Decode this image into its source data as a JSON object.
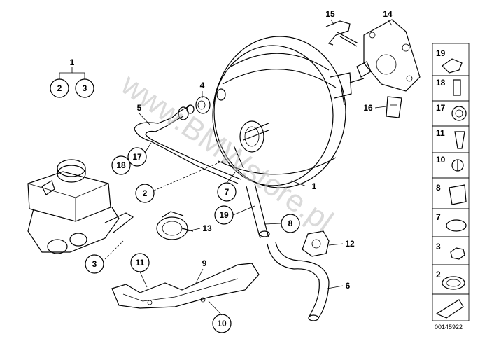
{
  "diagram": {
    "callouts": {
      "c1_top": "1",
      "c2_top": "2",
      "c3_top": "3",
      "c4": "4",
      "c5": "5",
      "c17": "17",
      "c18": "18",
      "c2": "2",
      "c3": "3",
      "c7": "7",
      "c19": "19",
      "c8": "8",
      "c1": "1",
      "c13": "13",
      "c12": "12",
      "c11": "11",
      "c9": "9",
      "c6": "6",
      "c10": "10",
      "c15": "15",
      "c14": "14",
      "c16": "16"
    },
    "side_panel": [
      "19",
      "18",
      "17",
      "11",
      "10",
      "8",
      "7",
      "3",
      "2"
    ],
    "drawing_number": "00145922",
    "watermark": "www.BMWstore.pl"
  }
}
